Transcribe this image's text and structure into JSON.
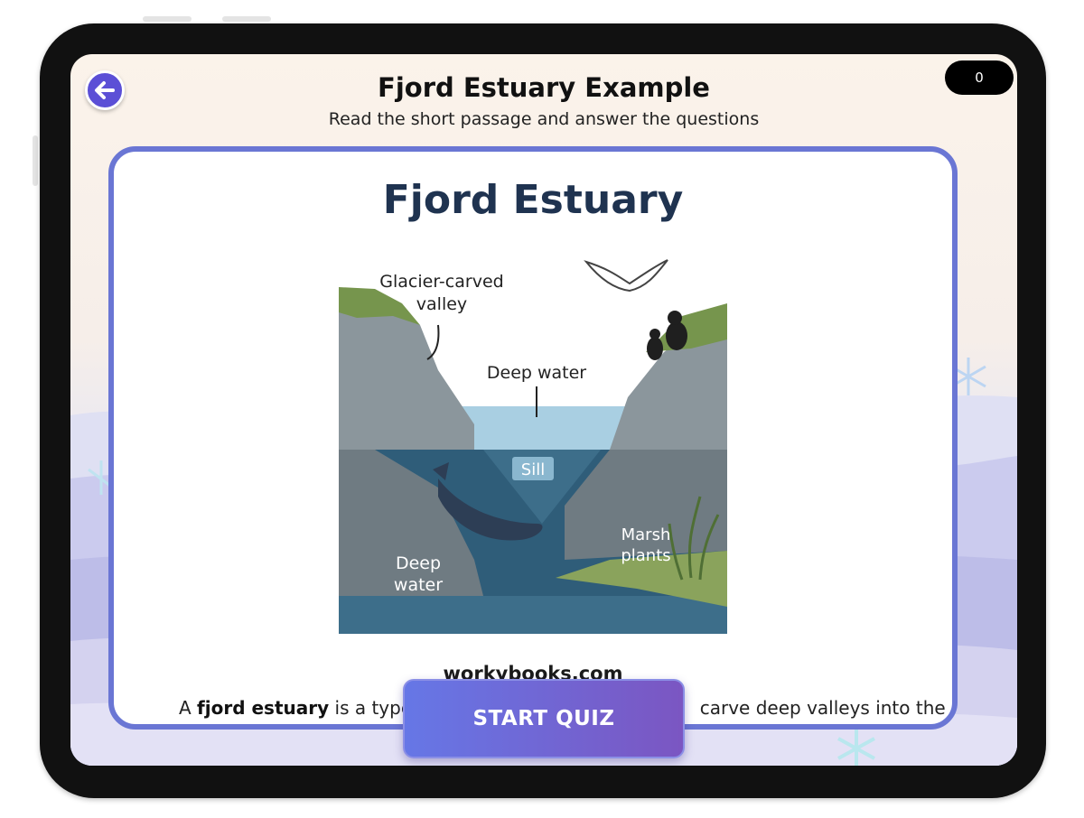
{
  "header": {
    "title": "Fjord Estuary Example",
    "subtitle": "Read the short passage and answer the questions",
    "score": "0"
  },
  "card": {
    "title": "Fjord Estuary",
    "illustration": {
      "labels": {
        "valley": [
          "Glacier-carved",
          "valley"
        ],
        "deep_water_top": "Deep water",
        "sill": "Sill",
        "deep_water_bottom": [
          "Deep",
          "water"
        ],
        "marsh": [
          "Marsh",
          "plants"
        ]
      }
    },
    "watermark": "workybooks.com",
    "passage": {
      "prefix": "A ",
      "term": "fjord estuary",
      "before_button": " is a type o",
      "after_button": "carve deep valleys into the"
    }
  },
  "actions": {
    "start_label": "START QUIZ"
  },
  "icons": {
    "back": "arrow-left-icon",
    "snowflake": "snowflake-icon"
  },
  "colors": {
    "accent": "#5b4fd6",
    "card_border": "#6a76d4",
    "title_text": "#1f3350"
  }
}
